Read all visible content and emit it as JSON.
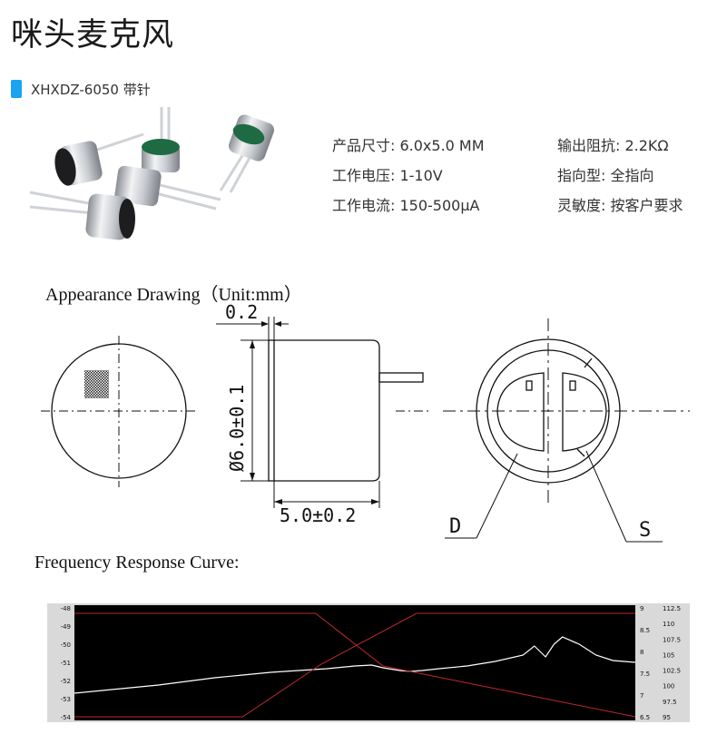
{
  "header": {
    "title": "咪头麦克风",
    "model": "XHXDZ-6050 带针",
    "accent_color": "#1aa3f0"
  },
  "specs": {
    "left": [
      "产品尺寸: 6.0x5.0 MM",
      "工作电压: 1-10V",
      "工作电流: 150-500μA"
    ],
    "right": [
      "输出阻抗: 2.2KΩ",
      "指向型: 全指向",
      "灵敏度: 按客户要求"
    ]
  },
  "drawing": {
    "section_title": "Appearance Drawing（Unit:mm）",
    "dim_thickness": "0.2",
    "dim_diameter": "Ø6.0±0.1",
    "dim_length": "5.0±0.2",
    "label_d": "D",
    "label_s": "S"
  },
  "frequency": {
    "section_title": "Frequency Response Curve:"
  },
  "chart_data": {
    "type": "line",
    "title": "",
    "xlabel": "",
    "ylabel": "",
    "left_ticks": [
      "-48",
      "-49",
      "-50",
      "-51",
      "-52",
      "-53",
      "-54"
    ],
    "right_ticks_a": [
      "9",
      "8.5",
      "8",
      "7.5",
      "7",
      "6.5"
    ],
    "right_ticks_b": [
      "112.5",
      "110",
      "107.5",
      "105",
      "102.5",
      "100",
      "97.5",
      "95"
    ],
    "ylim": [
      -54,
      -48
    ],
    "grid": false,
    "background": "#000000",
    "series": [
      {
        "color": "#ffffff",
        "x": [
          0,
          0.05,
          0.1,
          0.15,
          0.2,
          0.25,
          0.3,
          0.35,
          0.4,
          0.45,
          0.5,
          0.53,
          0.55,
          0.58,
          0.6,
          0.62,
          0.65,
          0.7,
          0.75,
          0.8,
          0.82,
          0.84,
          0.855,
          0.87,
          0.9,
          0.93,
          0.96,
          1.0
        ],
        "y": [
          -52.7,
          -52.55,
          -52.4,
          -52.25,
          -52.05,
          -51.85,
          -51.7,
          -51.55,
          -51.45,
          -51.35,
          -51.2,
          -51.15,
          -51.3,
          -51.45,
          -51.5,
          -51.45,
          -51.35,
          -51.2,
          -50.95,
          -50.6,
          -50.1,
          -50.7,
          -50.0,
          -49.6,
          -50.0,
          -50.6,
          -50.9,
          -51.0
        ]
      },
      {
        "color": "#c0282d",
        "x": [
          0,
          0.43,
          0.55,
          1.0
        ],
        "y": [
          -48.3,
          -48.3,
          -51.2,
          -54.0
        ]
      },
      {
        "color": "#c0282d",
        "x": [
          0,
          0.3,
          0.44,
          0.61,
          1.0
        ],
        "y": [
          -54.0,
          -54.0,
          -51.1,
          -48.3,
          -48.3
        ]
      }
    ]
  }
}
